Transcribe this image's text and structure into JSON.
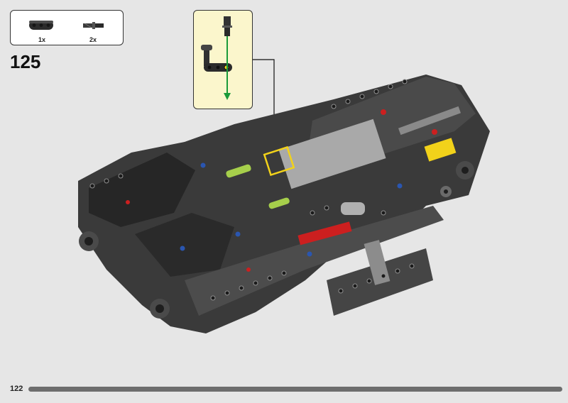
{
  "step": {
    "number": "125"
  },
  "parts_list": {
    "items": [
      {
        "icon": "technic-beam-part-icon",
        "qty": "1x"
      },
      {
        "icon": "technic-axle-pin-part-icon",
        "qty": "2x"
      }
    ]
  },
  "page": {
    "number": "122"
  },
  "colors": {
    "background": "#e6e6e6",
    "callout_bg": "#fbf6cc",
    "arrow": "#1a9a3a",
    "highlight": "#f2d21a",
    "footer_bar": "#6d6d6d"
  }
}
